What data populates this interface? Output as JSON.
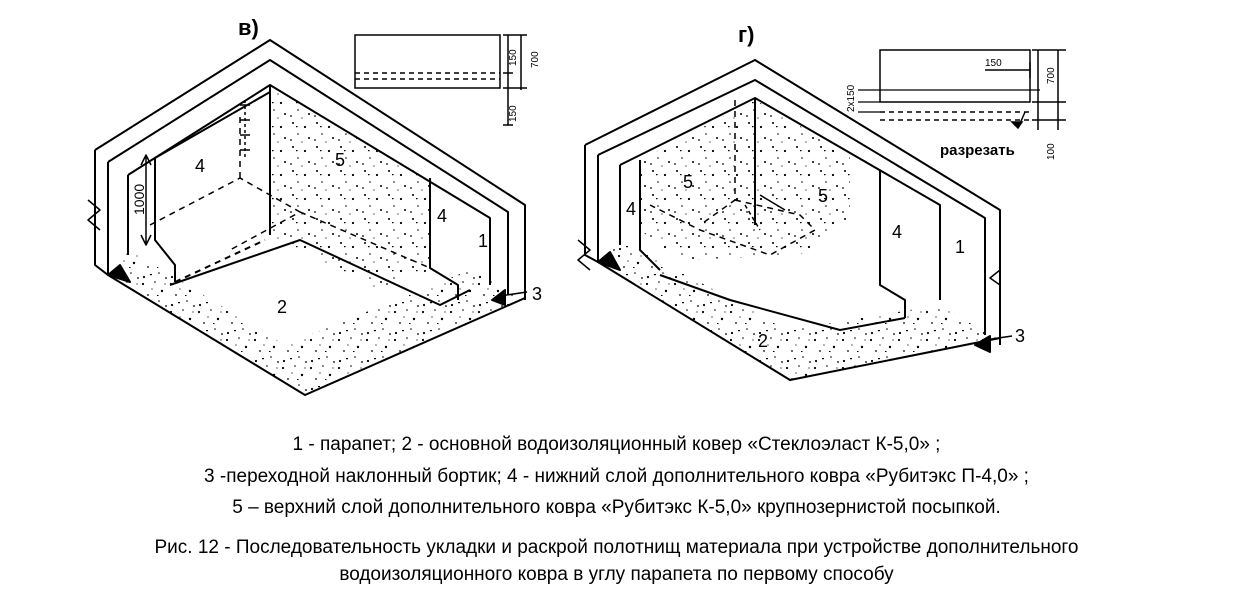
{
  "panels": {
    "left": {
      "title": "в)",
      "labels": [
        "1",
        "2",
        "3",
        "4",
        "4",
        "5"
      ],
      "height_label": "1000",
      "dims": [
        "150",
        "700",
        "150"
      ]
    },
    "right": {
      "title": "г)",
      "labels": [
        "1",
        "2",
        "3",
        "4",
        "4",
        "5",
        "5"
      ],
      "dims": [
        "150",
        "700",
        "2x150",
        "100"
      ],
      "cut_label": "разрезать"
    }
  },
  "caption": {
    "legend_line1": "1 - парапет; 2 - основной водоизоляционный ковер «Стеклоэласт К-5,0» ;",
    "legend_line2": "3 -переходной наклонный бортик; 4 - нижний слой дополнительного ковра «Рубитэкс П-4,0» ;",
    "legend_line3": "5 – верхний слой дополнительного ковра «Рубитэкс К-5,0» крупнозернистой посыпкой.",
    "figure_line1": "Рис. 12 - Последовательность укладки и раскрой полотнищ материала при устройстве дополнительного",
    "figure_line2": "водоизоляционного ковра в углу парапета по первому способу"
  }
}
